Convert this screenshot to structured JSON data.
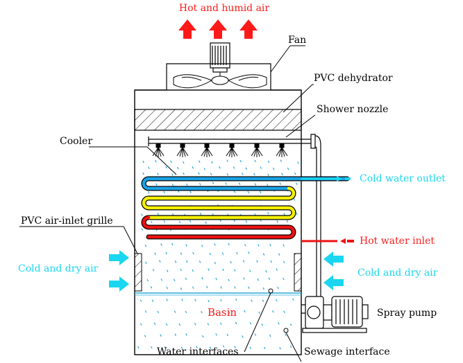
{
  "labels": {
    "top_air": "Hot and humid air",
    "fan": "Fan",
    "dehydrator": "PVC dehydrator",
    "nozzle": "Shower nozzle",
    "cooler": "Cooler",
    "cold_outlet": "Cold water outlet",
    "grille": "PVC air-inlet grille",
    "hot_inlet": "Hot water inlet",
    "cold_air_left": "Cold and dry air",
    "cold_air_right": "Cold and dry air",
    "basin": "Basin",
    "spray_pump": "Spray pump",
    "water_interfaces": "Water interfaces",
    "sewage": "Sewage interface"
  },
  "colors": {
    "hot": "#ff1a1a",
    "cold": "#1ad6f0",
    "coil_blue": "#1aa3e8",
    "coil_yellow": "#f5f000",
    "coil_red": "#ee1111",
    "water": "#2aa8d8"
  },
  "icons": {
    "up_arrow": "up-arrow-icon",
    "right_arrow": "right-arrow-icon",
    "left_arrow": "left-arrow-icon"
  }
}
